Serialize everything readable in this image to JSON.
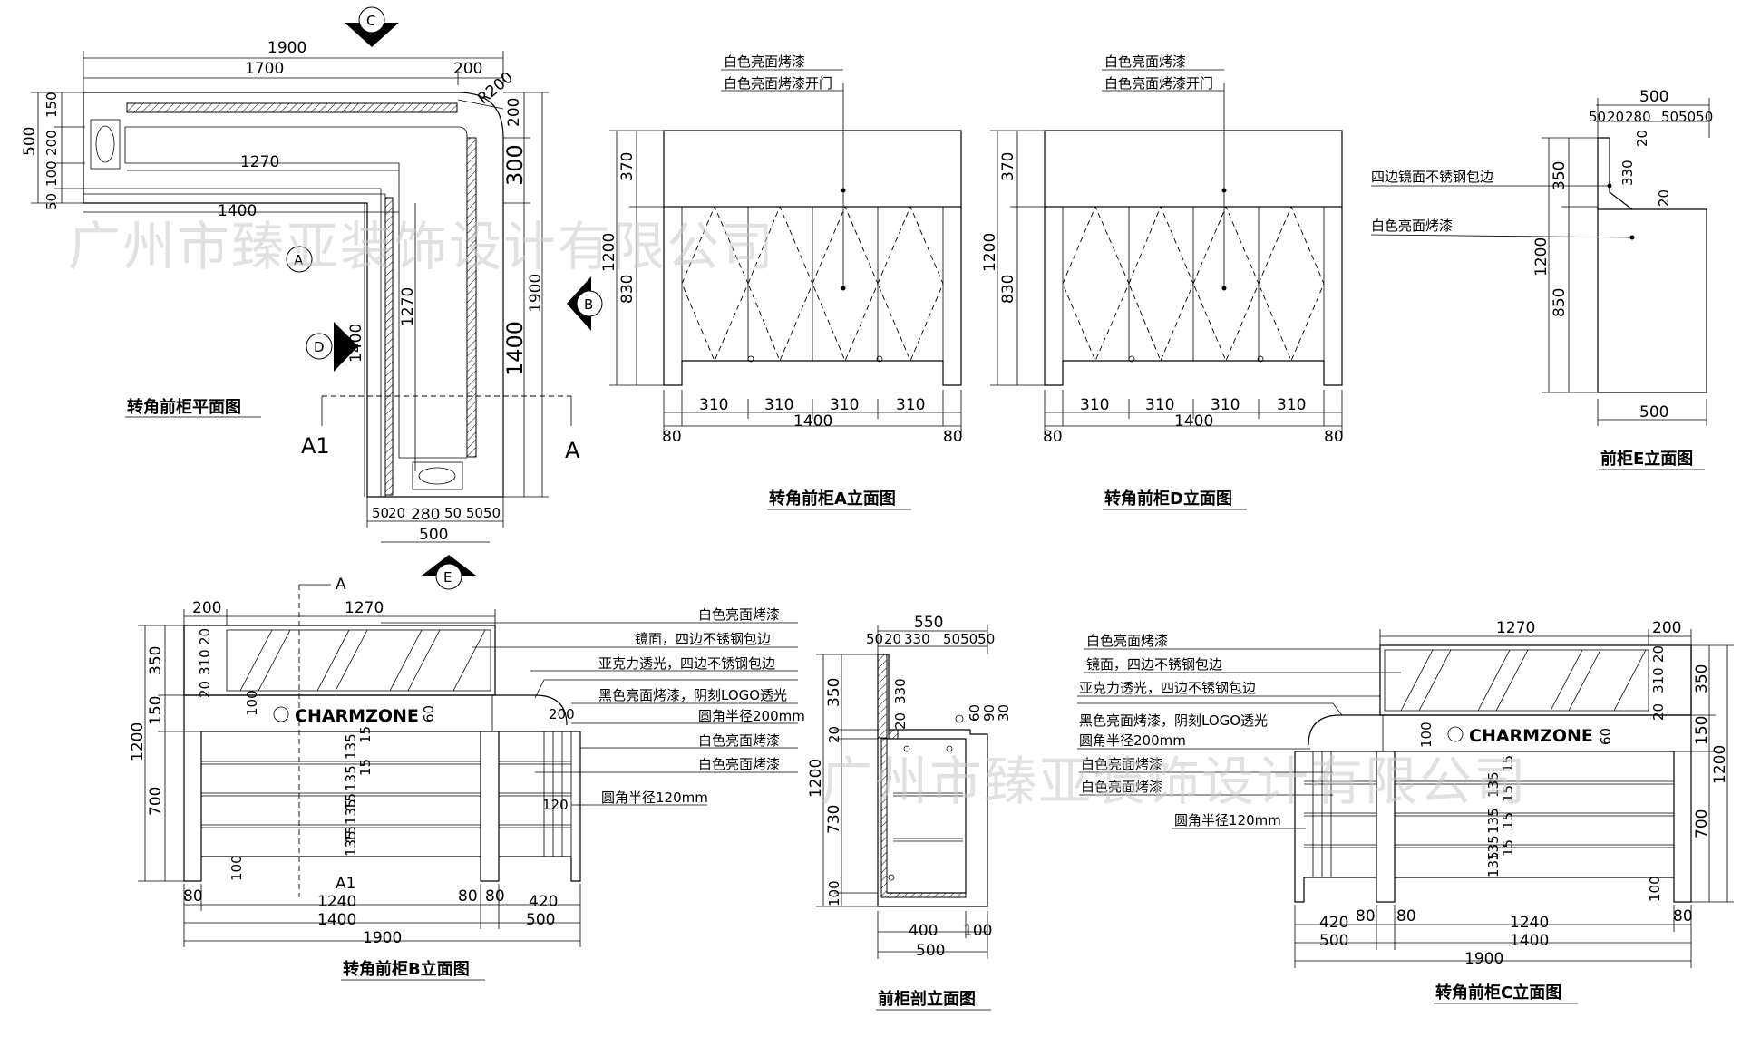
{
  "watermark": "广州市臻亚装饰设计有限公司",
  "views": {
    "plan": {
      "title": "转角前柜平面图",
      "dims": {
        "d1900": "1900",
        "d1700": "1700",
        "d200": "200",
        "r200": "R200",
        "d1270": "1270",
        "d1400": "1400",
        "v500": "500",
        "v150": "150",
        "v200": "200",
        "v100": "100",
        "v50": "50",
        "r200v": "200",
        "r300": "300",
        "r1900": "1900",
        "r1400": "1400",
        "i1270": "1270",
        "i1400": "1400",
        "b50": "50",
        "b20": "20",
        "b280": "280",
        "b5050": "50 5050",
        "b500": "500"
      },
      "markers": {
        "A": "A",
        "B": "B",
        "C": "C",
        "D": "D",
        "E": "E",
        "A1": "A1",
        "Asec": "A"
      }
    },
    "elevA": {
      "title": "转角前柜A立面图",
      "notes": [
        "白色亮面烤漆",
        "白色亮面烤漆开门"
      ],
      "dims": {
        "h370": "370",
        "h1200": "1200",
        "h830": "830",
        "w310a": "310",
        "w310b": "310",
        "w310c": "310",
        "w310d": "310",
        "w1400": "1400",
        "w80l": "80",
        "w80r": "80"
      }
    },
    "elevD": {
      "title": "转角前柜D立面图",
      "notes": [
        "白色亮面烤漆",
        "白色亮面烤漆开门"
      ],
      "dims": {
        "h370": "370",
        "h1200": "1200",
        "h830": "830",
        "w310a": "310",
        "w310b": "310",
        "w310c": "310",
        "w310d": "310",
        "w1400": "1400",
        "w80l": "80",
        "w80r": "80"
      }
    },
    "elevE": {
      "title": "前柜E立面图",
      "notes": [
        "四边镜面不锈钢包边",
        "白色亮面烤漆"
      ],
      "dims": {
        "t500": "500",
        "t50": "50",
        "t20": "20",
        "t280": "280",
        "t5050": "505050",
        "h20a": "20",
        "h330": "330",
        "h20b": "20",
        "h350": "350",
        "h1200": "1200",
        "h850": "850",
        "b500": "500"
      }
    },
    "elevB": {
      "title": "转角前柜B立面图",
      "logo": "CHARMZONE",
      "notes": [
        "白色亮面烤漆",
        "镜面，四边不锈钢包边",
        "亚克力透光，四边不锈钢包边",
        "黑色亮面烤漆，阴刻LOGO透光",
        "圆角半径200mm",
        "白色亮面烤漆",
        "白色亮面烤漆",
        "圆角半径120mm"
      ],
      "dims": {
        "t200": "200",
        "t1270": "1270",
        "h350": "350",
        "h150": "150",
        "h1200": "1200",
        "h700": "700",
        "i20": "20",
        "i310": "310",
        "i20b": "20",
        "i100": "100",
        "i60": "60",
        "i15a": "15",
        "i135a": "135",
        "i15b": "15",
        "i135b": "135",
        "i15c": "15",
        "i135c": "135",
        "i15d": "15",
        "i135d": "135",
        "r200": "200",
        "r120": "120",
        "f100": "100",
        "b80a": "80",
        "b1240": "1240",
        "b80b": "80",
        "b80c": "80",
        "b420": "420",
        "b1400": "1400",
        "b500": "500",
        "b1900": "1900",
        "secA": "A",
        "secA1": "A1"
      }
    },
    "section": {
      "title": "前柜剖立面图",
      "dims": {
        "t550": "550",
        "t50": "50",
        "t20": "20",
        "t330": "330",
        "t5050": "505050",
        "h350": "350",
        "h330": "330",
        "h20a": "20",
        "h20b": "20",
        "h1200": "1200",
        "h730": "730",
        "h100": "100",
        "h90": "90",
        "h30": "30",
        "h60": "60",
        "b400": "400",
        "b100": "100",
        "b500": "500"
      }
    },
    "elevC": {
      "title": "转角前柜C立面图",
      "logo": "CHARMZONE",
      "notes": [
        "白色亮面烤漆",
        "镜面，四边不锈钢包边",
        "亚克力透光，四边不锈钢包边",
        "黑色亮面烤漆，阴刻LOGO透光",
        "圆角半径200mm",
        "白色亮面烤漆",
        "白色亮面烤漆",
        "圆角半径120mm"
      ],
      "dims": {
        "t1270": "1270",
        "t200": "200",
        "h350": "350",
        "h150": "150",
        "h1200": "1200",
        "h700": "700",
        "i310": "310",
        "i20a": "20",
        "i20b": "20",
        "i100": "100",
        "i60": "60",
        "i15a": "15",
        "i135a": "135",
        "i15b": "15",
        "i135b": "135",
        "i15c": "15",
        "i135c": "135",
        "i15d": "15",
        "i135d": "135",
        "f100": "100",
        "b420": "420",
        "b80a": "80",
        "b80b": "80",
        "b1240": "1240",
        "b80c": "80",
        "b500": "500",
        "b1400": "1400",
        "b1900": "1900"
      }
    }
  }
}
